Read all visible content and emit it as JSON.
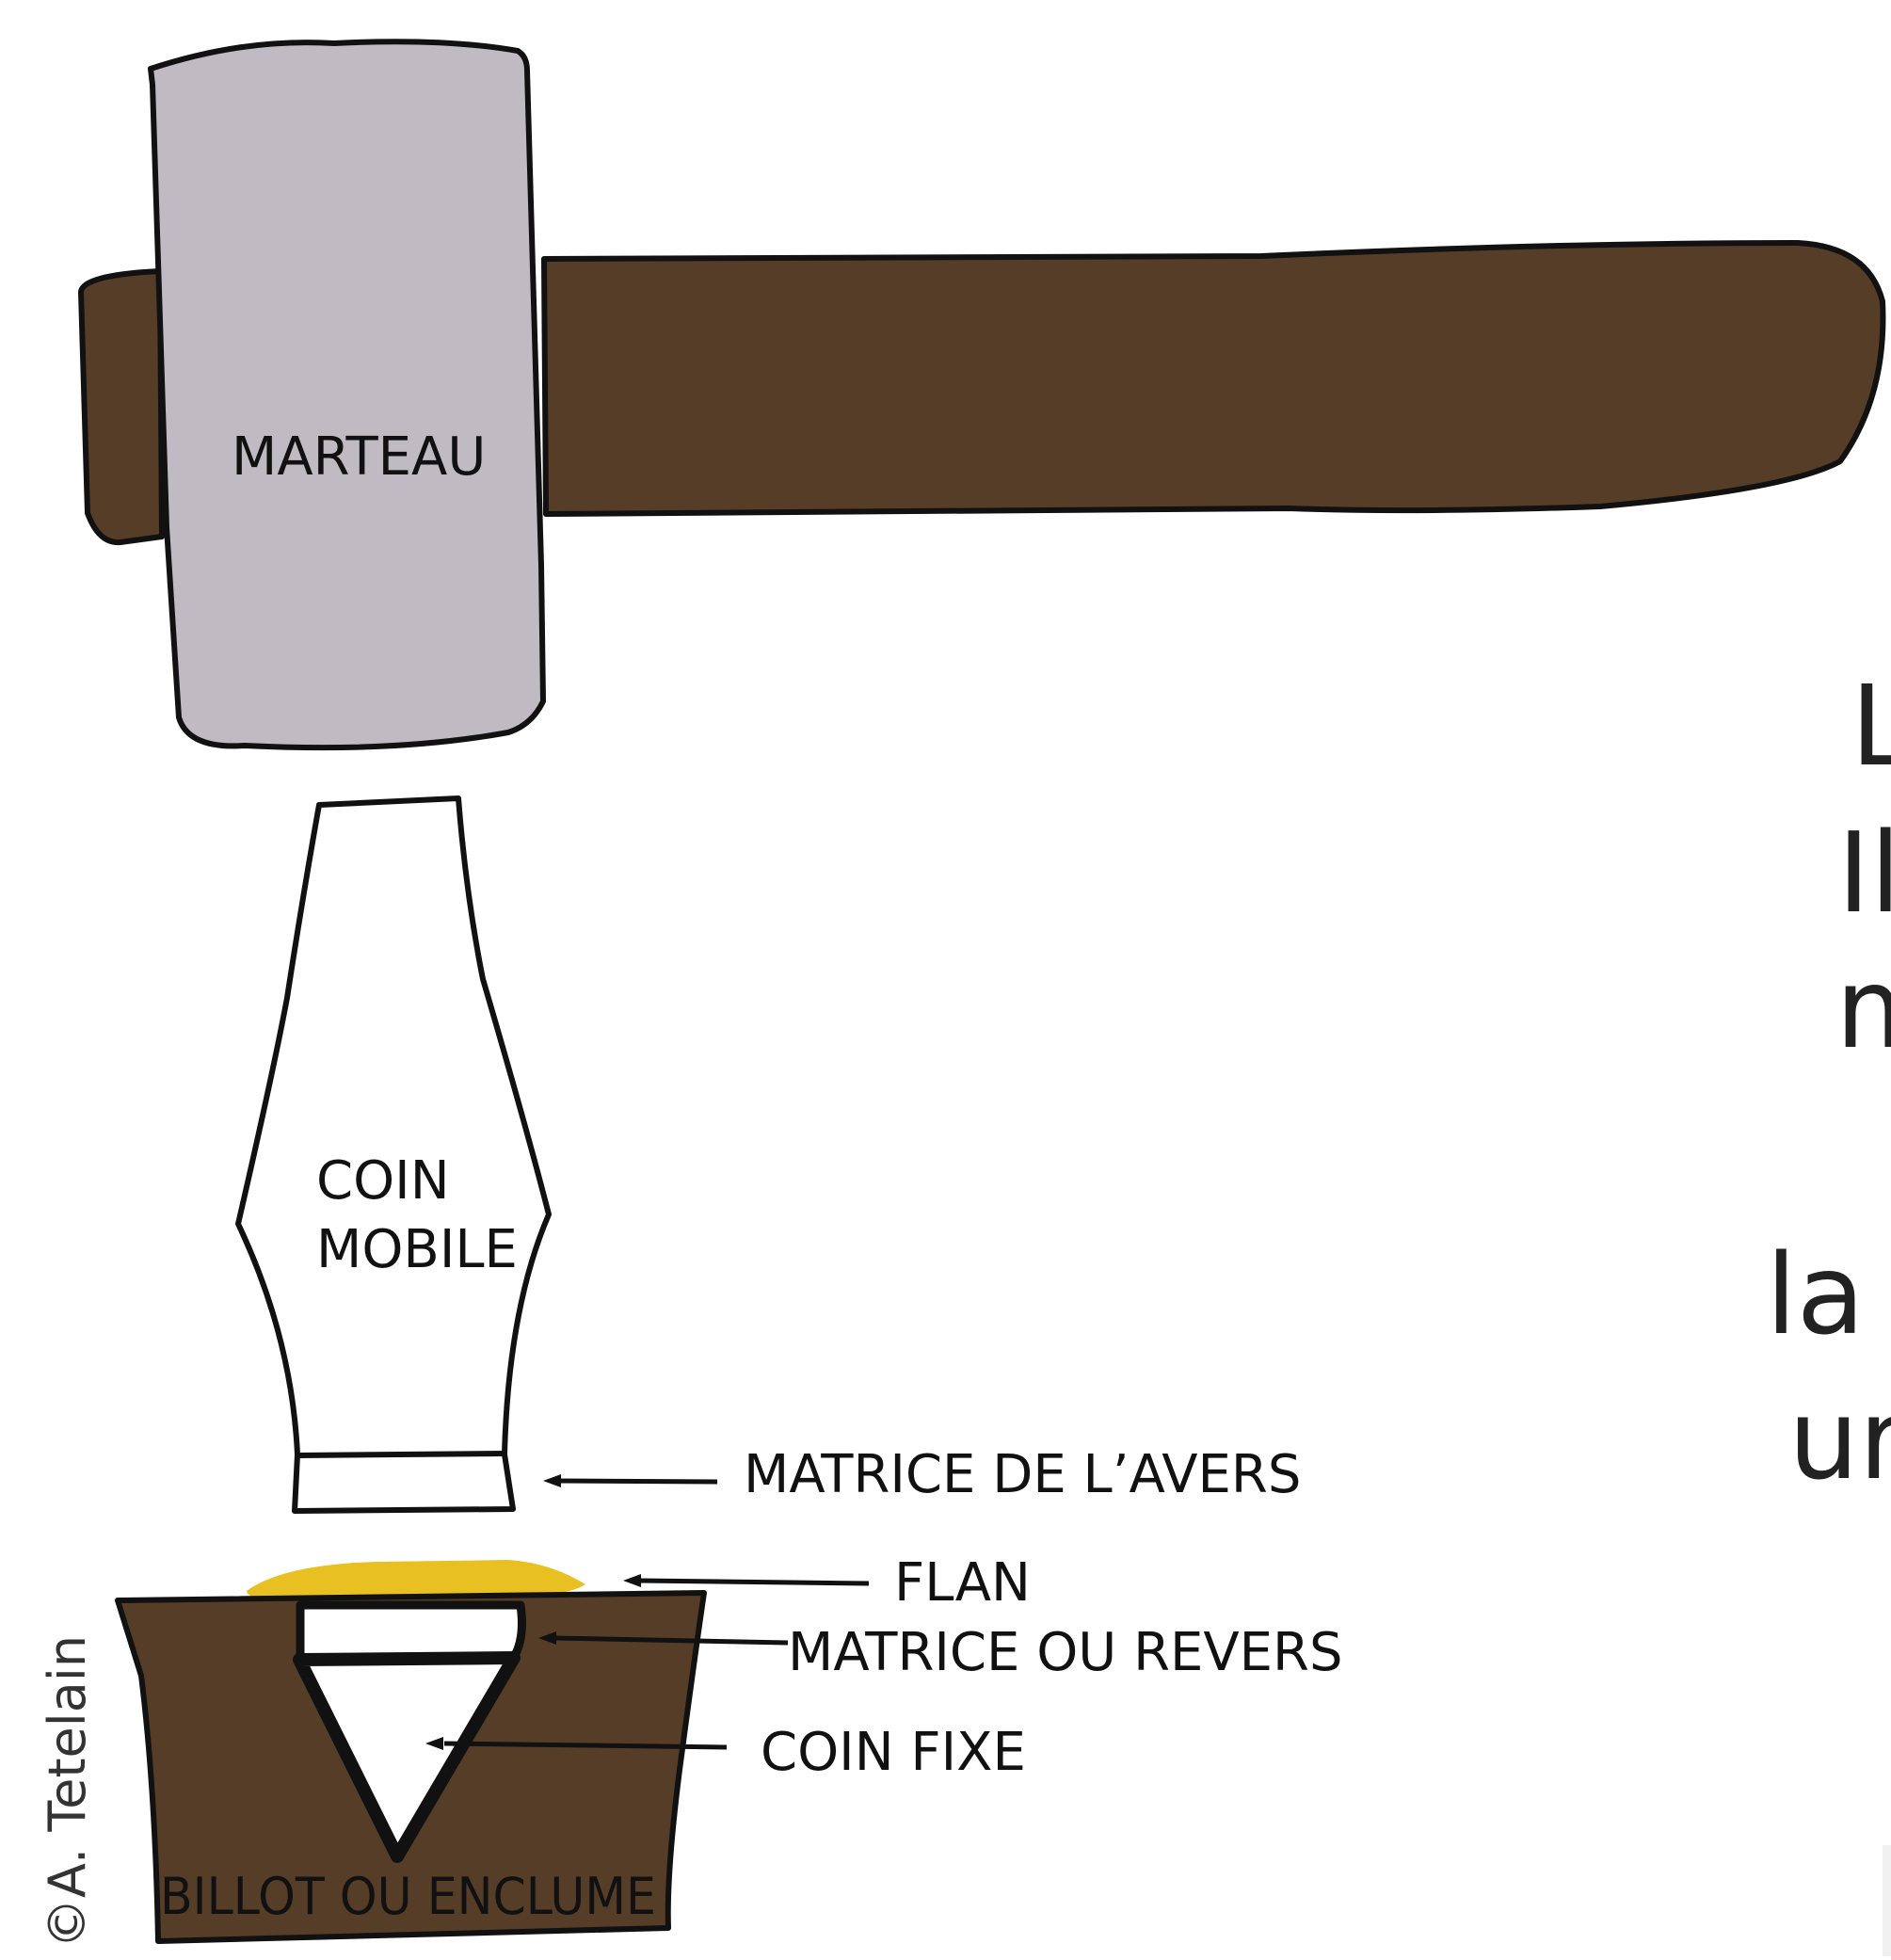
{
  "labels": {
    "marteau": "MARTEAU",
    "coin_mobile_line1": "COIN",
    "coin_mobile_line2": "MOBILE",
    "matrice_avers": "MATRICE DE L’AVERS",
    "flan": "FLAN",
    "matrice_revers": "MATRICE OU REVERS",
    "coin_fixe": "COIN FIXE",
    "billot": "BILLOT OU ENCLUME"
  },
  "cropped_text": [
    "L",
    "Il",
    "m",
    "la r",
    "ur"
  ],
  "credit": "©A. Tetelain",
  "colors": {
    "hammer_head": "#c0bac2",
    "handle": "#553d28",
    "block": "#553d28",
    "flan": "#e8c021",
    "outline": "#111111",
    "die": "#ffffff"
  }
}
